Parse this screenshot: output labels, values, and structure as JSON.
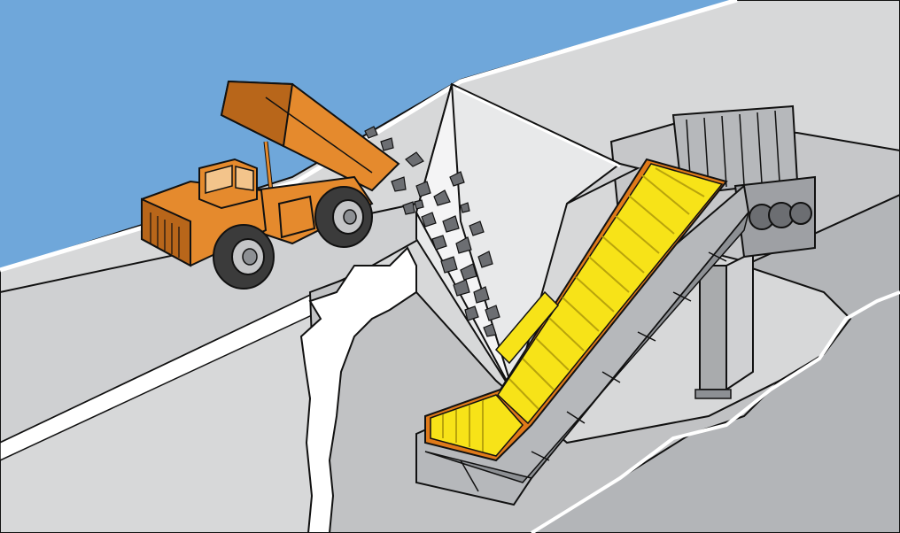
{
  "scene": {
    "subject": "haul-truck-dumping-into-hopper-feeding-apron-conveyor",
    "colors": {
      "sky": "#6fa7da",
      "ground_light": "#d7d8d9",
      "ground_mid": "#c4c5c7",
      "ground_dark": "#a9abad",
      "outline": "#111111",
      "truck_orange": "#e58a2d",
      "truck_orange_dark": "#b8661a",
      "tire": "#3b3b3b",
      "conveyor_yellow": "#f7e318",
      "conveyor_edge": "#e07a1a",
      "steel": "#b6b8bb",
      "steel_dark": "#8d9094",
      "rock": "#6c6e72"
    },
    "parts": [
      "dump-truck",
      "falling-rocks",
      "feed-hopper",
      "apron-conveyor",
      "drive-unit",
      "support-column",
      "pit-wall",
      "roadway"
    ]
  }
}
